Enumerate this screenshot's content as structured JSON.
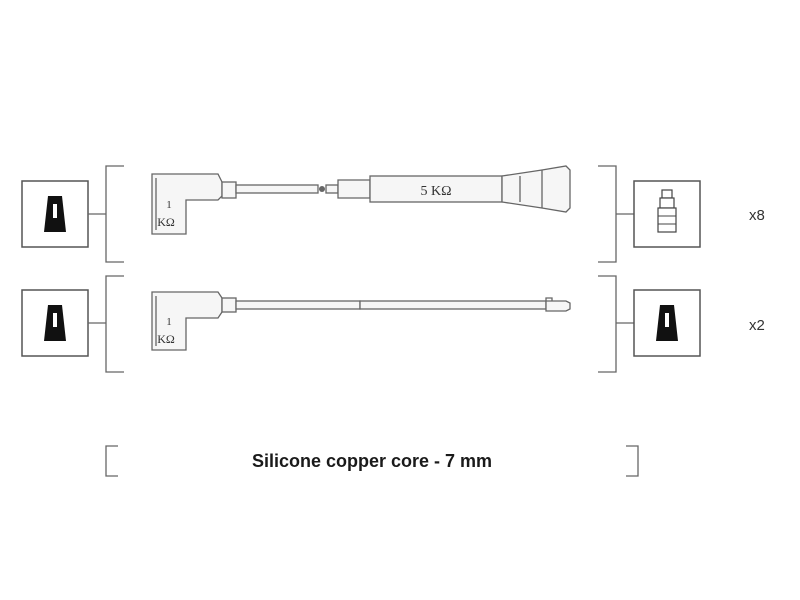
{
  "rows": [
    {
      "resistor_boot_line1": "1",
      "resistor_boot_line2": "KΩ",
      "resistor_mid": "5 KΩ",
      "quantity": "x8"
    },
    {
      "resistor_boot_line1": "1",
      "resistor_boot_line2": "KΩ",
      "quantity": "x2"
    }
  ],
  "caption": "Silicone copper core - 7 mm"
}
